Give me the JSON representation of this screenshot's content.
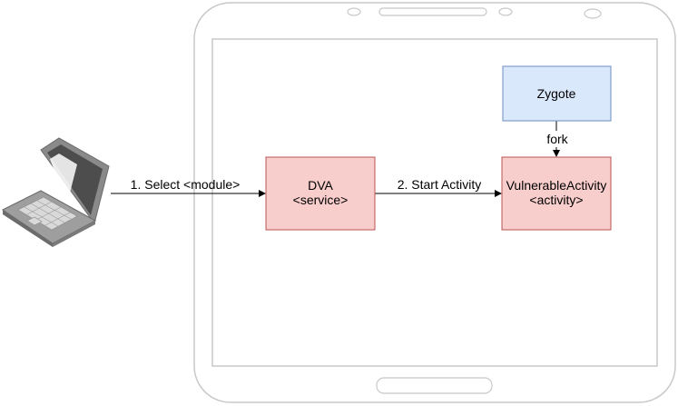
{
  "diagram": {
    "nodes": {
      "zygote": {
        "label": "Zygote",
        "fill": "#dae8fc",
        "stroke": "#6c8ebf"
      },
      "dva": {
        "line1": "DVA",
        "line2": "<service>",
        "fill": "#f8cecc",
        "stroke": "#b85450"
      },
      "vulnerable": {
        "line1": "VulnerableActivity",
        "line2": "<activity>",
        "fill": "#f8cecc",
        "stroke": "#b85450"
      }
    },
    "edges": {
      "select": {
        "label": "1. Select <module>"
      },
      "start": {
        "label": "2. Start Activity"
      },
      "fork": {
        "label": "fork"
      }
    },
    "colors": {
      "device_outline": "#c8c8c8",
      "line": "#000000",
      "laptop_body": "#8a8a8a",
      "laptop_screen": "#4d4d4d"
    },
    "icons": {
      "computer": "laptop-icon",
      "device": "tablet-frame"
    }
  }
}
